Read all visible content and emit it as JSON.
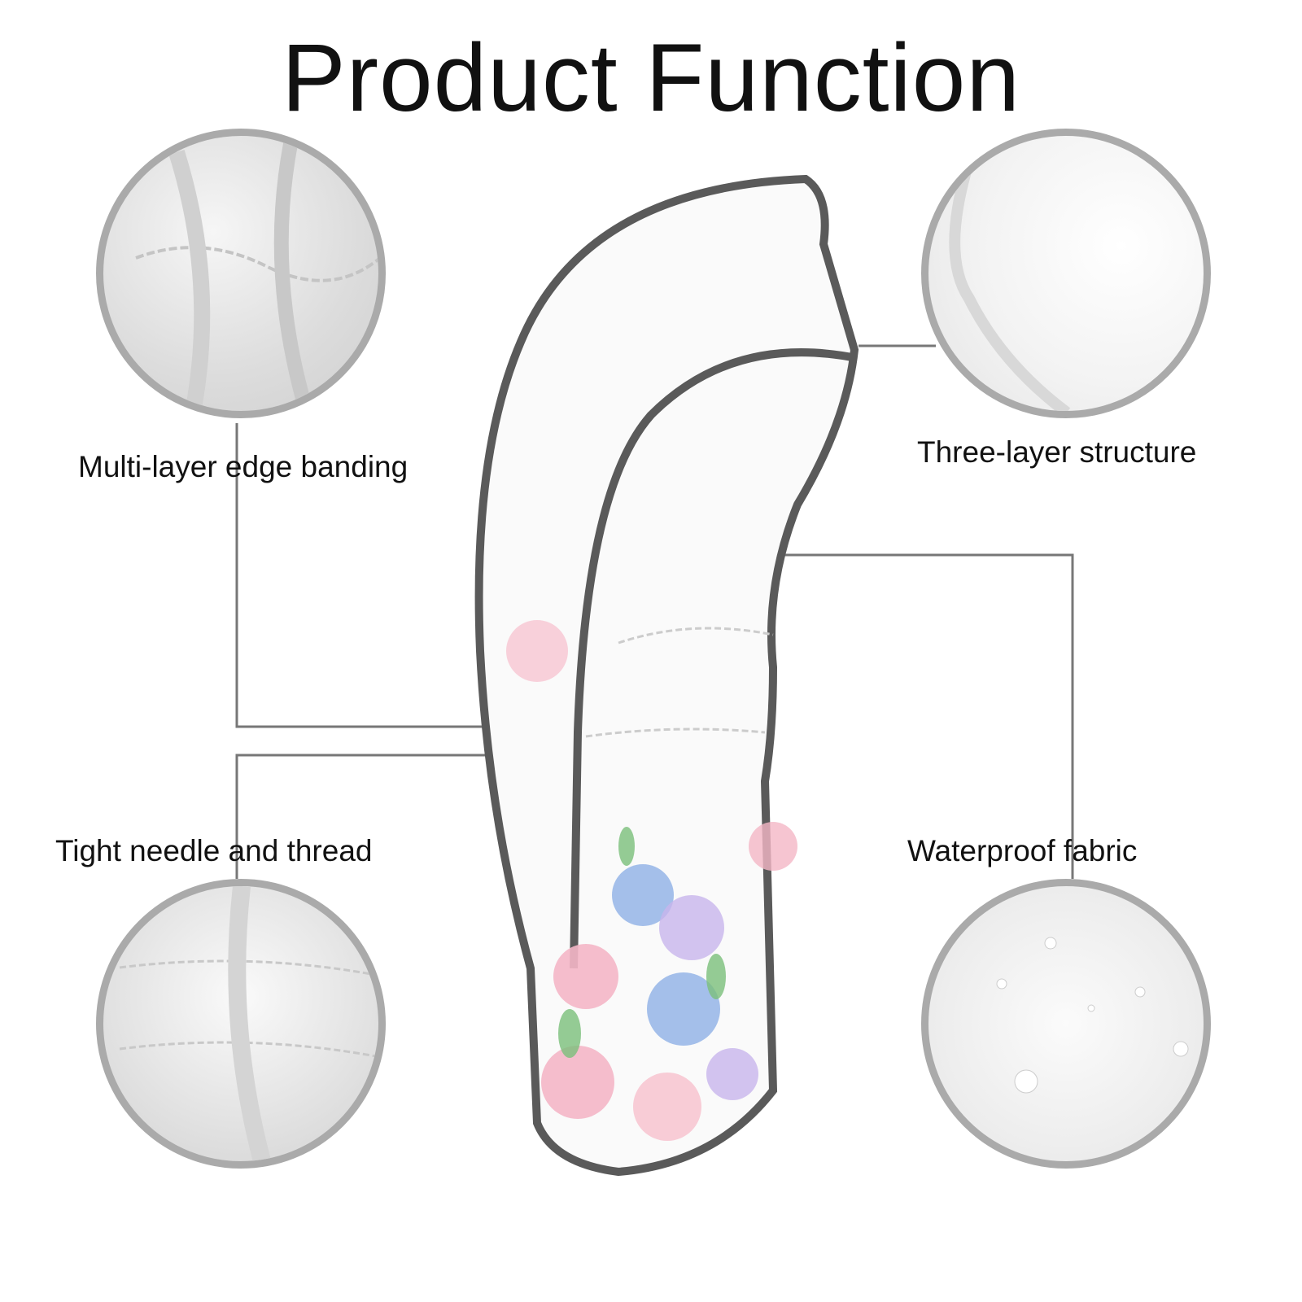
{
  "title": "Product Function",
  "features": [
    {
      "label": "Multi-layer edge banding"
    },
    {
      "label": "Three-layer structure"
    },
    {
      "label": "Tight needle and thread"
    },
    {
      "label": "Waterproof fabric"
    }
  ],
  "colors": {
    "border": "#aaaaaa",
    "trim": "#5a5a5a",
    "pink": "#f4b6c6",
    "blue": "#8fb0e6",
    "lilac": "#c8b5ec",
    "leaf": "#7bbf7a"
  }
}
